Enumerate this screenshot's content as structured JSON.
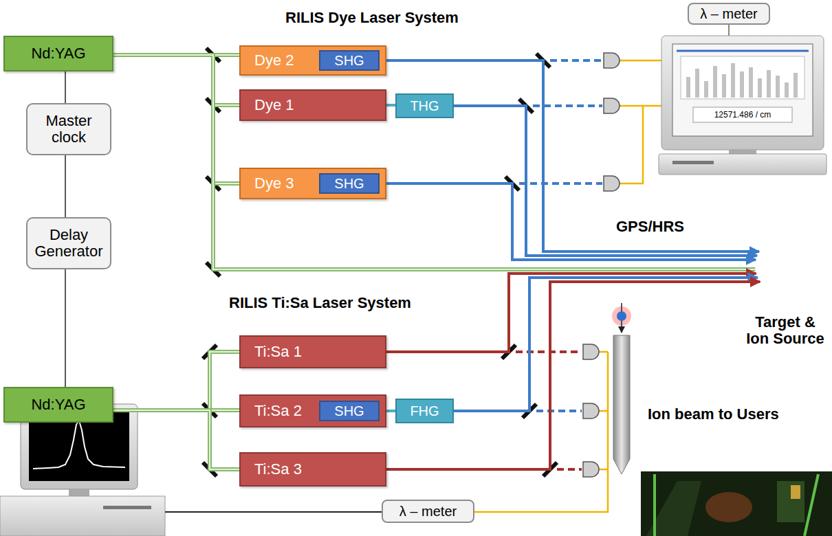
{
  "diagram": {
    "nodes": [
      {
        "text": [
          "Nd:YAG"
        ]
      },
      {
        "text": [
          "Dye 2"
        ]
      },
      {
        "text": [
          "SHG"
        ],
        "in": 1
      },
      {
        "text": [
          "Dye 1"
        ]
      },
      {
        "text": [
          "THG"
        ]
      },
      {
        "text": [
          "Dye 3"
        ]
      },
      {
        "text": [
          "SHG"
        ],
        "in": 5
      },
      {
        "text": [
          "λ – meter"
        ]
      },
      {
        "text": [
          "Master clock"
        ]
      },
      {
        "text": [
          "Delay Generator"
        ]
      },
      {
        "text": [
          "GPS/HRS"
        ]
      },
      {
        "text": [
          "Target & Ion Source"
        ]
      },
      {
        "text": [
          "Nd:YAG"
        ]
      },
      {
        "text": [
          "Ti:Sa 1"
        ]
      },
      {
        "text": [
          "Ti:Sa 2"
        ]
      },
      {
        "text": [
          "SHG"
        ],
        "in": 14
      },
      {
        "text": [
          "FHG"
        ]
      },
      {
        "text": [
          "Ti:Sa 3"
        ]
      },
      {
        "text": [
          "λ – meter"
        ]
      }
    ],
    "edges": [
      {
        "from": 0,
        "to": 8,
        "arrow": "none"
      },
      {
        "from": 8,
        "to": 9,
        "arrow": "none"
      },
      {
        "from": 9,
        "to": 12,
        "arrow": "none"
      },
      {
        "from": 0,
        "to": 1,
        "arrow": "none"
      },
      {
        "from": 0,
        "to": 3,
        "arrow": "none"
      },
      {
        "from": 0,
        "to": 5,
        "arrow": "none"
      },
      {
        "from": 0,
        "to": 11,
        "arrow": "none"
      },
      {
        "from": 3,
        "to": 4,
        "arrow": "none"
      },
      {
        "from": 1,
        "to": 11,
        "arrow": "to"
      },
      {
        "from": 4,
        "to": 11,
        "arrow": "to"
      },
      {
        "from": 5,
        "to": 11,
        "arrow": "to"
      },
      {
        "from": 12,
        "to": 13,
        "arrow": "none"
      },
      {
        "from": 12,
        "to": 14,
        "arrow": "none"
      },
      {
        "from": 12,
        "to": 17,
        "arrow": "none"
      },
      {
        "from": 14,
        "to": 16,
        "arrow": "none"
      },
      {
        "from": 13,
        "to": 11,
        "arrow": "to"
      },
      {
        "from": 16,
        "to": 11,
        "arrow": "to"
      },
      {
        "from": 17,
        "to": 11,
        "arrow": "to"
      }
    ],
    "labels": [
      "RILIS Dye Laser System",
      "RILIS Ti:Sa Laser System",
      "12571.486 / cm",
      "Ion beam to Users"
    ]
  }
}
